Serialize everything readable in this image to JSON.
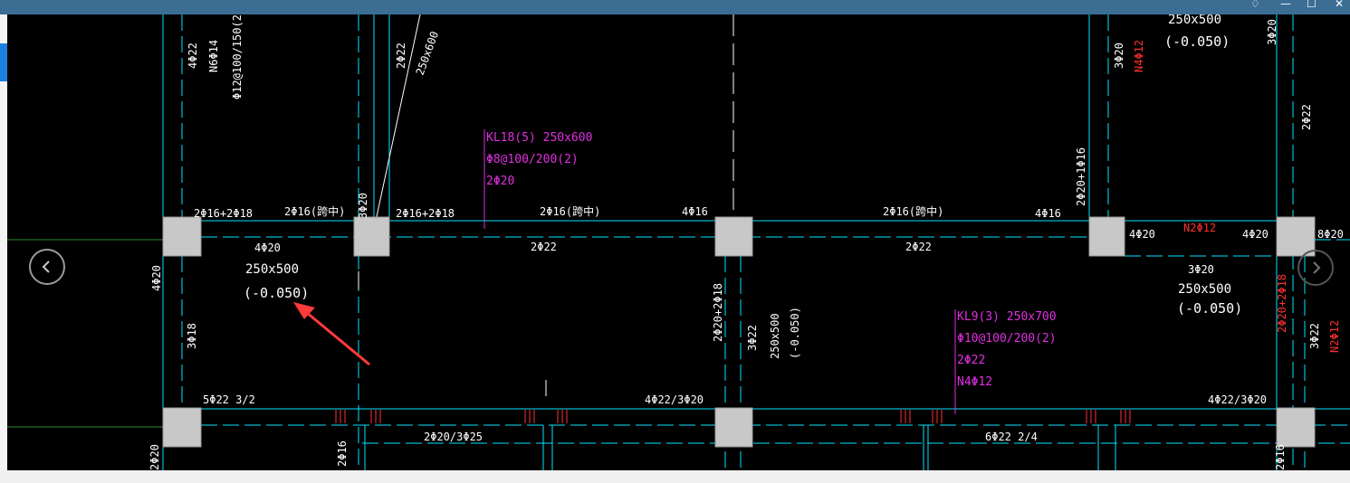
{
  "window": {
    "controls": [
      "♢",
      "—",
      "☐",
      "✕"
    ]
  },
  "drawing": {
    "colors": {
      "axis": "#00e5ff",
      "white": "#ffffff",
      "magenta": "#e030e0",
      "red": "#ff3030",
      "column": "#c8c8c8",
      "arrow": "#ff3a3a"
    },
    "top_labels": {
      "col_a_1": "4Φ22",
      "col_a_2": "N6Φ14",
      "col_a_3": "Φ12@100/150(2)",
      "col_b_1": "2Φ22",
      "col_b_2": "250x600",
      "right_1": "250x500",
      "right_2": "(-0.050)",
      "right_v1": "3Φ20",
      "right_v2": "N4Φ12",
      "right_v3": "3Φ20",
      "right_v4": "2Φ22"
    },
    "beam_kl18": {
      "line1": "KL18(5) 250x600",
      "line2": "Φ8@100/200(2)",
      "line3": "2Φ20"
    },
    "beam_kl9": {
      "line1": "KL9(3) 250x700",
      "line2": "Φ10@100/200(2)",
      "line3": "2Φ22",
      "line4": "N4Φ12"
    },
    "upper_beam": {
      "t1": "2Φ16+2Φ18",
      "t2": "2Φ16(跨中)",
      "t3": "3Φ20",
      "t4": "2Φ16+2Φ18",
      "t5": "2Φ16(跨中)",
      "t6": "4Φ16",
      "t7": "2Φ16(跨中)",
      "t8": "4Φ16",
      "t9": "2Φ20+1Φ16",
      "b1": "2Φ22",
      "b2": "2Φ22",
      "r1": "4Φ20",
      "r2": "N2Φ12",
      "r3": "4Φ20",
      "r4": "8Φ20"
    },
    "left_block": {
      "l1": "4Φ20",
      "l2": "250x500",
      "l3": "(-0.050)",
      "v1": "4Φ20",
      "v2": "3Φ18"
    },
    "right_block": {
      "l1": "3Φ20",
      "l2": "250x500",
      "l3": "(-0.050)",
      "v1": "2Φ20+2Φ18",
      "v2": "3Φ22",
      "v3": "N2Φ12"
    },
    "center_vertical": {
      "v1": "2Φ20+2Φ18",
      "v2": "3Φ22",
      "v3": "250x500",
      "v4": "(-0.050)"
    },
    "lower_beam": {
      "t1": "5Φ22 3/2",
      "t2": "4Φ22/3Φ20",
      "t3": "4Φ22/3Φ20",
      "b1": "2Φ20/3Φ25",
      "b2": "6Φ22 2/4",
      "v1": "2Φ16",
      "v2": "2Φ20",
      "v3": "2Φ16"
    }
  }
}
